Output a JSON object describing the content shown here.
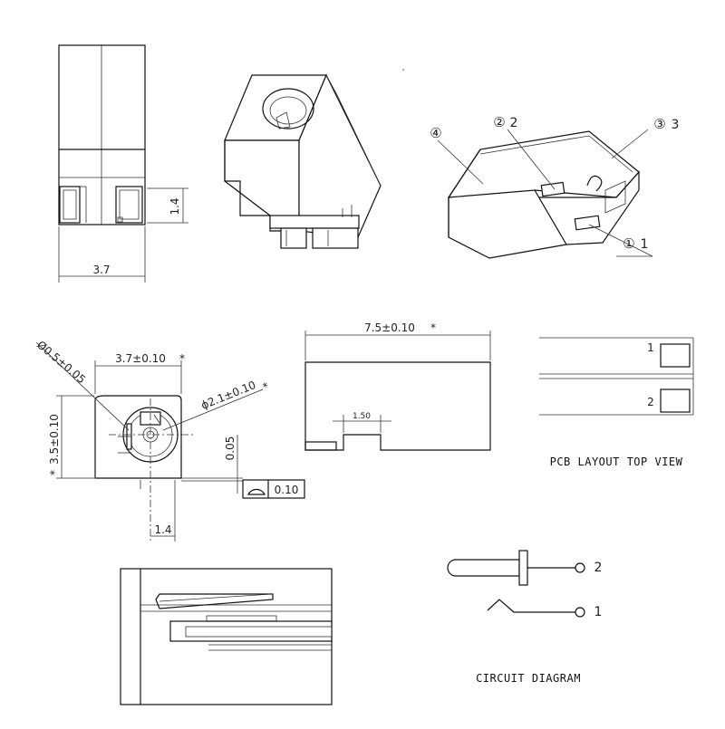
{
  "front_view": {
    "width_label": "3.7",
    "height_label": "1.4"
  },
  "iso_parts": {
    "callout_1": "1",
    "callout_2": "2",
    "callout_3": "3",
    "callout_4": "4",
    "circle_1": "①",
    "circle_2": "②",
    "circle_3": "③",
    "circle_4": "④"
  },
  "top_view": {
    "width_tol": "3.7±0.10",
    "height_tol": "3.5±0.10",
    "hole_small": "Ø0.5±0.05",
    "hole_big": "ϕ2.1±0.10",
    "offset_small": "0.05",
    "offset_bottom": "1.4",
    "flatness": "0.10",
    "star": "*"
  },
  "side_view": {
    "length_tol": "7.5±0.10",
    "slot": "1.50",
    "star": "*"
  },
  "pcb_layout": {
    "title": "PCB LAYOUT TOP VIEW",
    "pad_1": "1",
    "pad_2": "2"
  },
  "circuit": {
    "title": "CIRCUIT DIAGRAM",
    "pin_2": "2",
    "pin_1": "1"
  }
}
